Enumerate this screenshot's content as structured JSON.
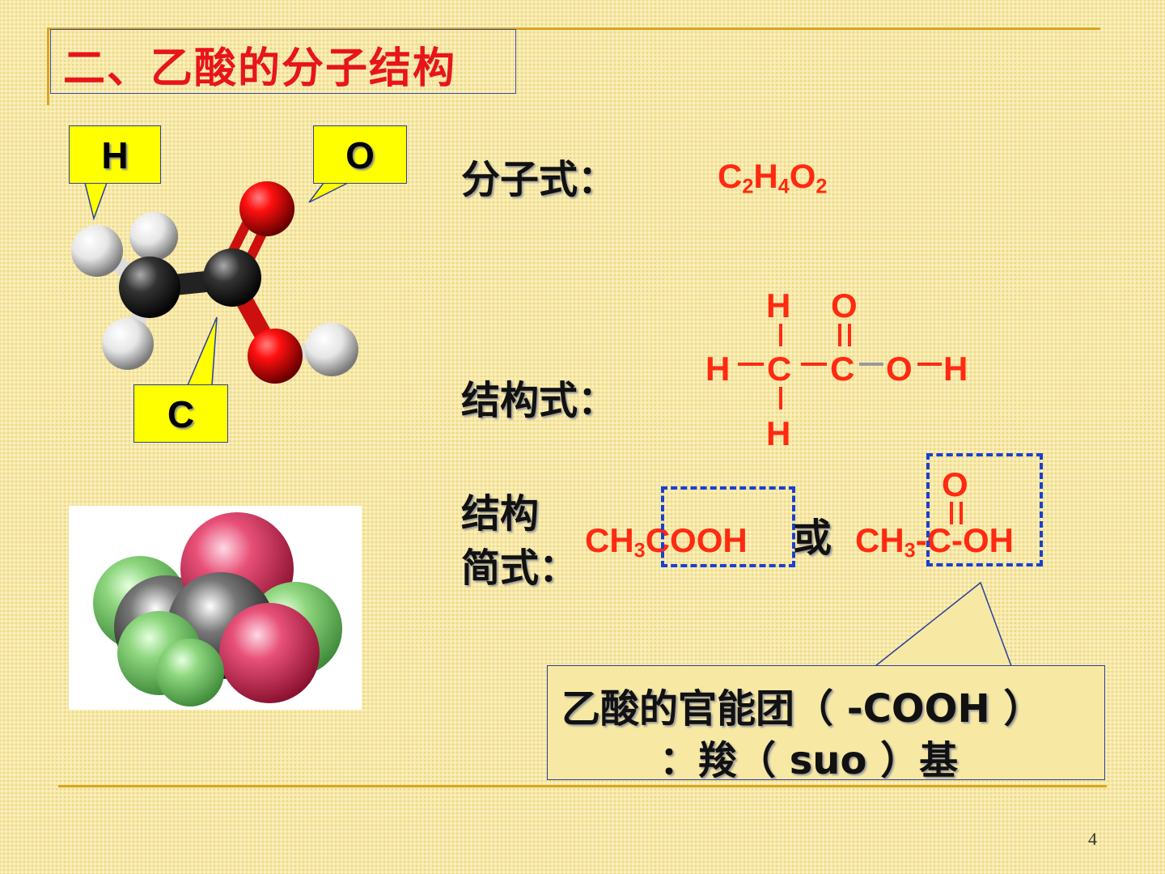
{
  "slide": {
    "title": "二、乙酸的分子结构",
    "page_number": "4"
  },
  "model_labels": {
    "h": "H",
    "o": "O",
    "c": "C"
  },
  "molecular_formula": {
    "label": "分子式：",
    "c": "C",
    "c_sub": "2",
    "h": "H",
    "h_sub": "4",
    "o": "O",
    "o_sub": "2"
  },
  "structural_formula": {
    "label": "结构式：",
    "atoms": {
      "h_top": "H",
      "o_top": "O",
      "h_left": "H",
      "c1": "C",
      "c2": "C",
      "o_right": "O",
      "h_right": "H",
      "h_bottom": "H"
    }
  },
  "condensed_formula": {
    "label_line1": "结构",
    "label_line2": "简式：",
    "form1_ch": "CH",
    "form1_sub": "3",
    "form1_rest": "COOH",
    "or_word": "或",
    "form2_ch": "CH",
    "form2_sub": "3",
    "form2_rest": "-C-OH",
    "form2_o": "O"
  },
  "functional_group": {
    "line1": "乙酸的官能团（ -COOH ）",
    "line2": "：羧（ suo ）基"
  },
  "colors": {
    "background": "#f7e8a4",
    "title_red": "#e8141c",
    "formula_red": "#ff2a10",
    "dash_blue": "#1a40d0",
    "callout_yellow": "#ffff00",
    "rule_gold": "#d8a520"
  }
}
